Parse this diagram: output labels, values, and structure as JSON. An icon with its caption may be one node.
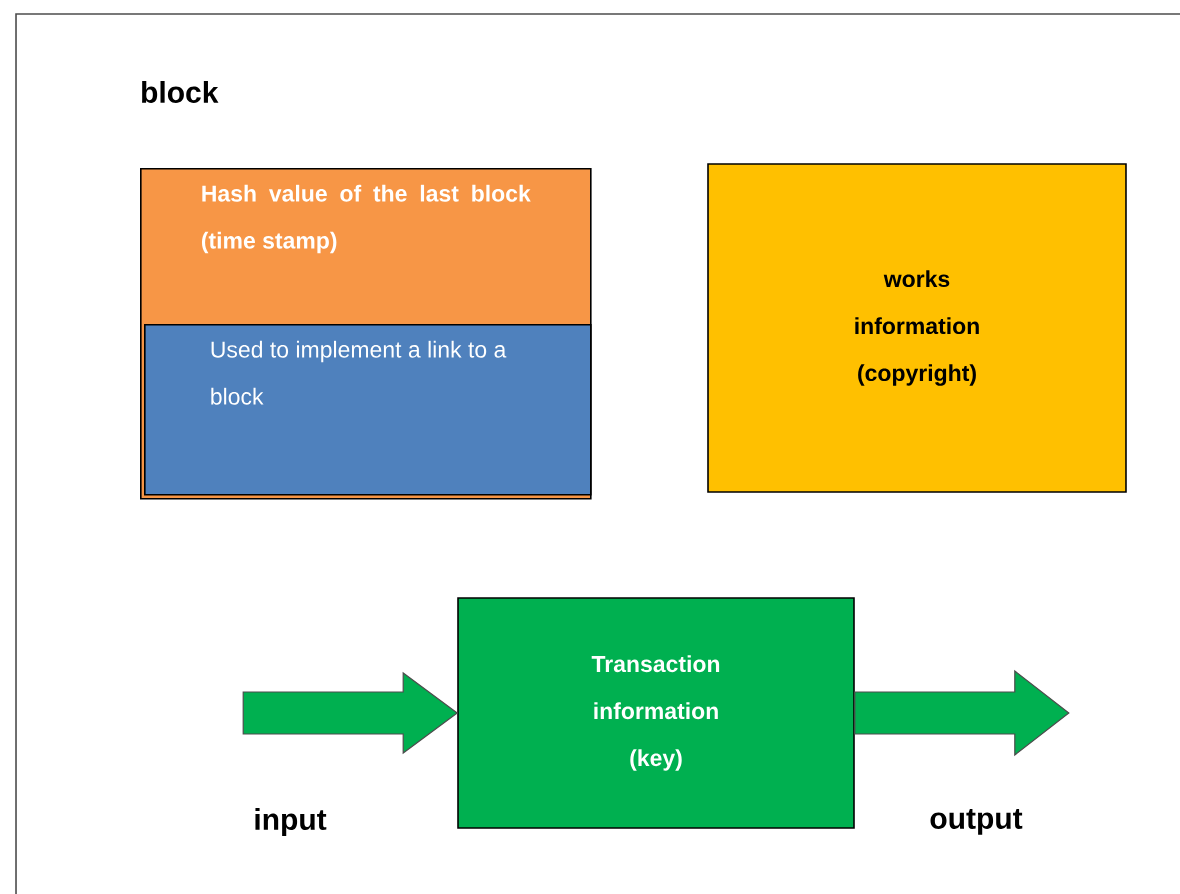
{
  "diagram": {
    "title": "block",
    "nodes": [
      {
        "text": [
          "Hash value of the last block (time stamp)"
        ]
      },
      {
        "text": [
          "Used to implement a link to a block"
        ],
        "in": 0
      },
      {
        "text": [
          "works information (copyright)"
        ]
      },
      {
        "text": [
          "Transaction information (key)"
        ]
      }
    ],
    "edges": [
      {
        "from": null,
        "to": 3,
        "arrow": "to"
      },
      {
        "from": 3,
        "to": null,
        "arrow": "to"
      }
    ],
    "labels": [
      "input",
      "output"
    ]
  }
}
